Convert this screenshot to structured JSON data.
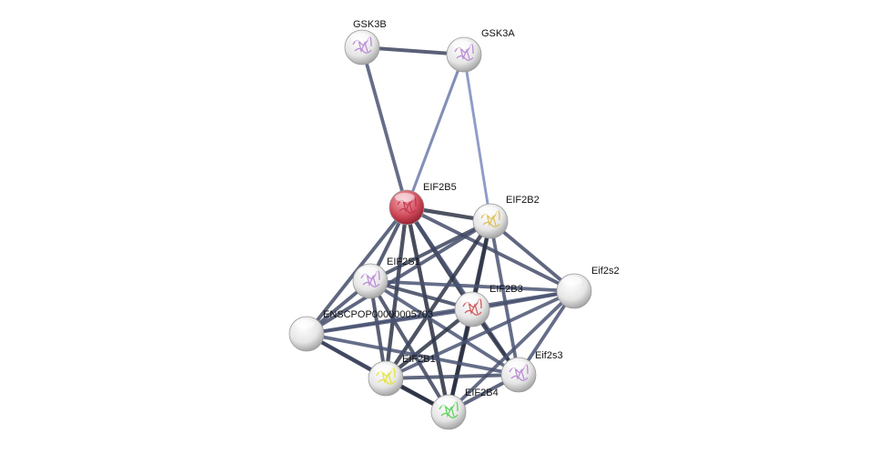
{
  "nodes": [
    {
      "id": "GSK3B",
      "label": "GSK3B",
      "tint": "#b07ad0"
    },
    {
      "id": "GSK3A",
      "label": "GSK3A",
      "tint": "#b07ad0"
    },
    {
      "id": "EIF2B5",
      "label": "EIF2B5",
      "tint": "#c0304a",
      "fill": "#d05060"
    },
    {
      "id": "EIF2B2",
      "label": "EIF2B2",
      "tint": "#d8b840"
    },
    {
      "id": "EIF2S1",
      "label": "EIF2S1",
      "tint": "#b07ad0"
    },
    {
      "id": "Eif2s2",
      "label": "Eif2s2",
      "tint": ""
    },
    {
      "id": "EIF2B3",
      "label": "EIF2B3",
      "tint": "#d04040"
    },
    {
      "id": "ENSCPOP",
      "label": "ENSCPOP00000005703",
      "tint": ""
    },
    {
      "id": "Eif2s3",
      "label": "Eif2s3",
      "tint": "#b07ad0"
    },
    {
      "id": "EIF2B1",
      "label": "EIF2B1",
      "tint": "#e0e020"
    },
    {
      "id": "EIF2B4",
      "label": "EIF2B4",
      "tint": "#40d040"
    }
  ],
  "edges": [
    [
      "GSK3B",
      "GSK3A",
      0.8
    ],
    [
      "GSK3B",
      "EIF2B5",
      0.7
    ],
    [
      "GSK3A",
      "EIF2B5",
      0.45
    ],
    [
      "GSK3A",
      "EIF2B2",
      0.35
    ],
    [
      "EIF2B5",
      "EIF2B2",
      0.9
    ],
    [
      "EIF2B5",
      "EIF2S1",
      0.8
    ],
    [
      "EIF2B5",
      "EIF2B3",
      0.95
    ],
    [
      "EIF2B5",
      "ENSCPOP",
      0.75
    ],
    [
      "EIF2B5",
      "Eif2s2",
      0.75
    ],
    [
      "EIF2B5",
      "Eif2s3",
      0.7
    ],
    [
      "EIF2B5",
      "EIF2B1",
      0.9
    ],
    [
      "EIF2B5",
      "EIF2B4",
      0.95
    ],
    [
      "EIF2B2",
      "EIF2S1",
      0.8
    ],
    [
      "EIF2B2",
      "EIF2B3",
      0.9
    ],
    [
      "EIF2B2",
      "ENSCPOP",
      0.75
    ],
    [
      "EIF2B2",
      "Eif2s2",
      0.75
    ],
    [
      "EIF2B2",
      "Eif2s3",
      0.7
    ],
    [
      "EIF2B2",
      "EIF2B1",
      0.9
    ],
    [
      "EIF2B2",
      "EIF2B4",
      0.9
    ],
    [
      "EIF2S1",
      "EIF2B3",
      0.8
    ],
    [
      "EIF2S1",
      "ENSCPOP",
      0.75
    ],
    [
      "EIF2S1",
      "Eif2s2",
      0.7
    ],
    [
      "EIF2S1",
      "Eif2s3",
      0.7
    ],
    [
      "EIF2S1",
      "EIF2B1",
      0.8
    ],
    [
      "EIF2S1",
      "EIF2B4",
      0.8
    ],
    [
      "EIF2B3",
      "ENSCPOP",
      0.7
    ],
    [
      "EIF2B3",
      "Eif2s2",
      0.75
    ],
    [
      "EIF2B3",
      "Eif2s3",
      0.9
    ],
    [
      "EIF2B3",
      "EIF2B1",
      0.9
    ],
    [
      "EIF2B3",
      "EIF2B4",
      0.95
    ],
    [
      "ENSCPOP",
      "Eif2s2",
      0.7
    ],
    [
      "ENSCPOP",
      "Eif2s3",
      0.7
    ],
    [
      "ENSCPOP",
      "EIF2B1",
      0.85
    ],
    [
      "ENSCPOP",
      "EIF2B4",
      0.8
    ],
    [
      "Eif2s2",
      "Eif2s3",
      0.7
    ],
    [
      "Eif2s2",
      "EIF2B1",
      0.7
    ],
    [
      "Eif2s2",
      "EIF2B4",
      0.7
    ],
    [
      "Eif2s3",
      "EIF2B1",
      0.75
    ],
    [
      "Eif2s3",
      "EIF2B4",
      0.75
    ],
    [
      "EIF2B1",
      "EIF2B4",
      0.95
    ]
  ]
}
